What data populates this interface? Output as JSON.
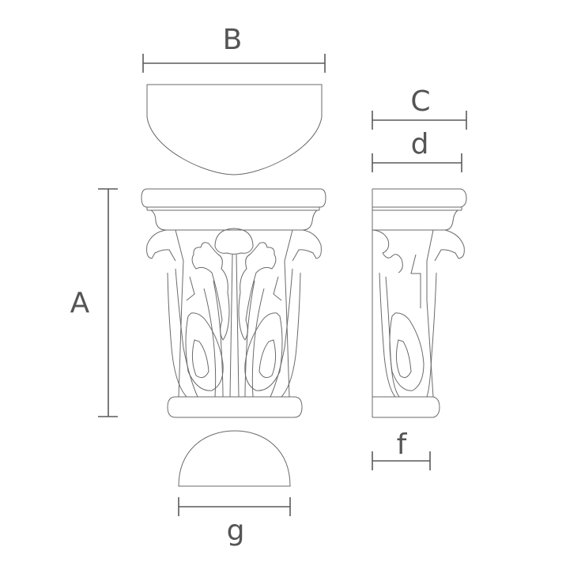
{
  "diagram": {
    "subject": "Corinthian capital technical drawing",
    "views": [
      "top-view",
      "front-view",
      "side-view",
      "bottom-view"
    ],
    "colors": {
      "line": "#6a6a6a",
      "dimension": "#5a5a5a",
      "label": "#555555",
      "background": "#ffffff"
    },
    "dimensions": {
      "A": {
        "label": "A",
        "description": "height",
        "orientation": "vertical"
      },
      "B": {
        "label": "B",
        "description": "top width",
        "orientation": "horizontal"
      },
      "C": {
        "label": "C",
        "description": "side top depth",
        "orientation": "horizontal"
      },
      "d": {
        "label": "d",
        "description": "side depth",
        "orientation": "horizontal"
      },
      "f": {
        "label": "f",
        "description": "side base depth",
        "orientation": "horizontal"
      },
      "g": {
        "label": "g",
        "description": "base width",
        "orientation": "horizontal"
      }
    }
  }
}
